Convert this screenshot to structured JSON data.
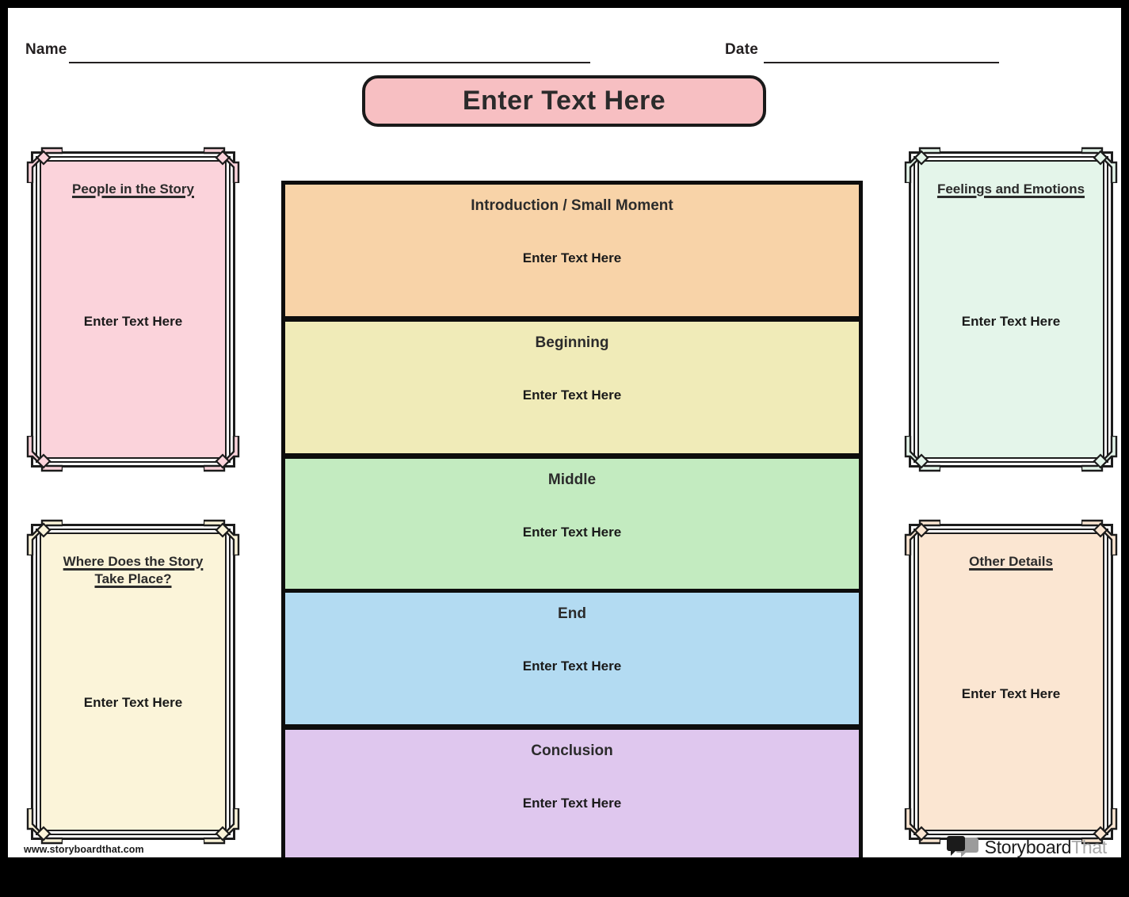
{
  "header": {
    "name_label": "Name",
    "date_label": "Date"
  },
  "title_banner": {
    "text": "Enter Text Here",
    "fill_color": "#F7BFC2"
  },
  "placeholder": "Enter Text Here",
  "panels": [
    {
      "id": "people",
      "title": "People in the Story",
      "placeholder": "Enter Text Here",
      "fill_color": "#FBD3DB"
    },
    {
      "id": "setting",
      "title": "Where Does the Story Take Place?",
      "placeholder": "Enter Text Here",
      "fill_color": "#FBF4D9"
    },
    {
      "id": "feelings",
      "title": "Feelings and Emotions",
      "placeholder": "Enter Text Here",
      "fill_color": "#E4F5EA"
    },
    {
      "id": "other",
      "title": "Other Details",
      "placeholder": "Enter Text Here",
      "fill_color": "#FBE6D2"
    }
  ],
  "story_rows": [
    {
      "id": "introduction",
      "title": "Introduction / Small Moment",
      "placeholder": "Enter Text Here",
      "fill_color": "#F8D3A8"
    },
    {
      "id": "beginning",
      "title": "Beginning",
      "placeholder": "Enter Text Here",
      "fill_color": "#F0EBB8"
    },
    {
      "id": "middle",
      "title": "Middle",
      "placeholder": "Enter Text Here",
      "fill_color": "#C3EBC0"
    },
    {
      "id": "end",
      "title": "End",
      "placeholder": "Enter Text Here",
      "fill_color": "#B3DBF2"
    },
    {
      "id": "conclusion",
      "title": "Conclusion",
      "placeholder": "Enter Text Here",
      "fill_color": "#DFC7EE"
    }
  ],
  "footer": {
    "url": "www.storyboardthat.com",
    "brand_dark": "Storyboard",
    "brand_light": "That"
  }
}
